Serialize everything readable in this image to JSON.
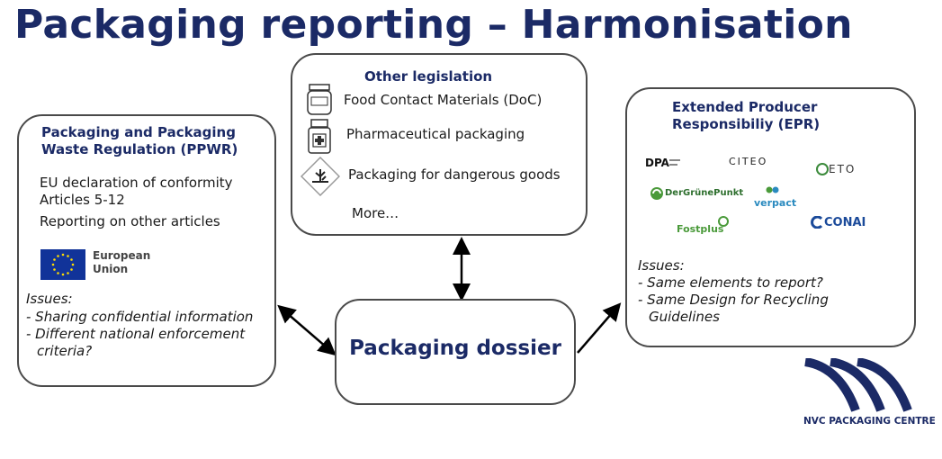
{
  "title": "Packaging reporting – Harmonisation",
  "ppwr": {
    "heading_line1": "Packaging and Packaging",
    "heading_line2": "Waste Regulation (PPWR)",
    "items": [
      "EU declaration of conformity",
      "Articles 5-12",
      "Reporting on other articles"
    ],
    "eu_logo_line1": "European",
    "eu_logo_line2": "Union",
    "issues_label": "Issues:",
    "issues": [
      "- Sharing confidential information",
      "- Different national enforcement",
      "criteria?"
    ]
  },
  "other": {
    "heading": "Other legislation",
    "items": [
      {
        "label": "Food Contact Materials (DoC)",
        "icon": "jar-icon"
      },
      {
        "label": "Pharmaceutical packaging",
        "icon": "medicine-bottle-icon"
      },
      {
        "label": "Packaging for dangerous goods",
        "icon": "hazard-diamond-icon"
      },
      {
        "label": "More…",
        "icon": ""
      }
    ]
  },
  "epr": {
    "heading_line1": "Extended Producer",
    "heading_line2": "Responsibiliy (EPR)",
    "logos": [
      "DPA",
      "CITEO",
      "ETO",
      "DerGrünePunkt",
      "verpact",
      "Fostplus",
      "CONAI"
    ],
    "issues_label": "Issues:",
    "issues": [
      "- Same elements to report?",
      "- Same Design for Recycling",
      "Guidelines"
    ]
  },
  "dossier": {
    "label": "Packaging dossier"
  },
  "brand": {
    "name": "NVC PACKAGING CENTRE"
  },
  "colors": {
    "navy": "#1b2a66",
    "border": "#4a4a4a",
    "eu_blue": "#113399",
    "eu_star": "#ffdd00",
    "green": "#4a9a3a"
  }
}
